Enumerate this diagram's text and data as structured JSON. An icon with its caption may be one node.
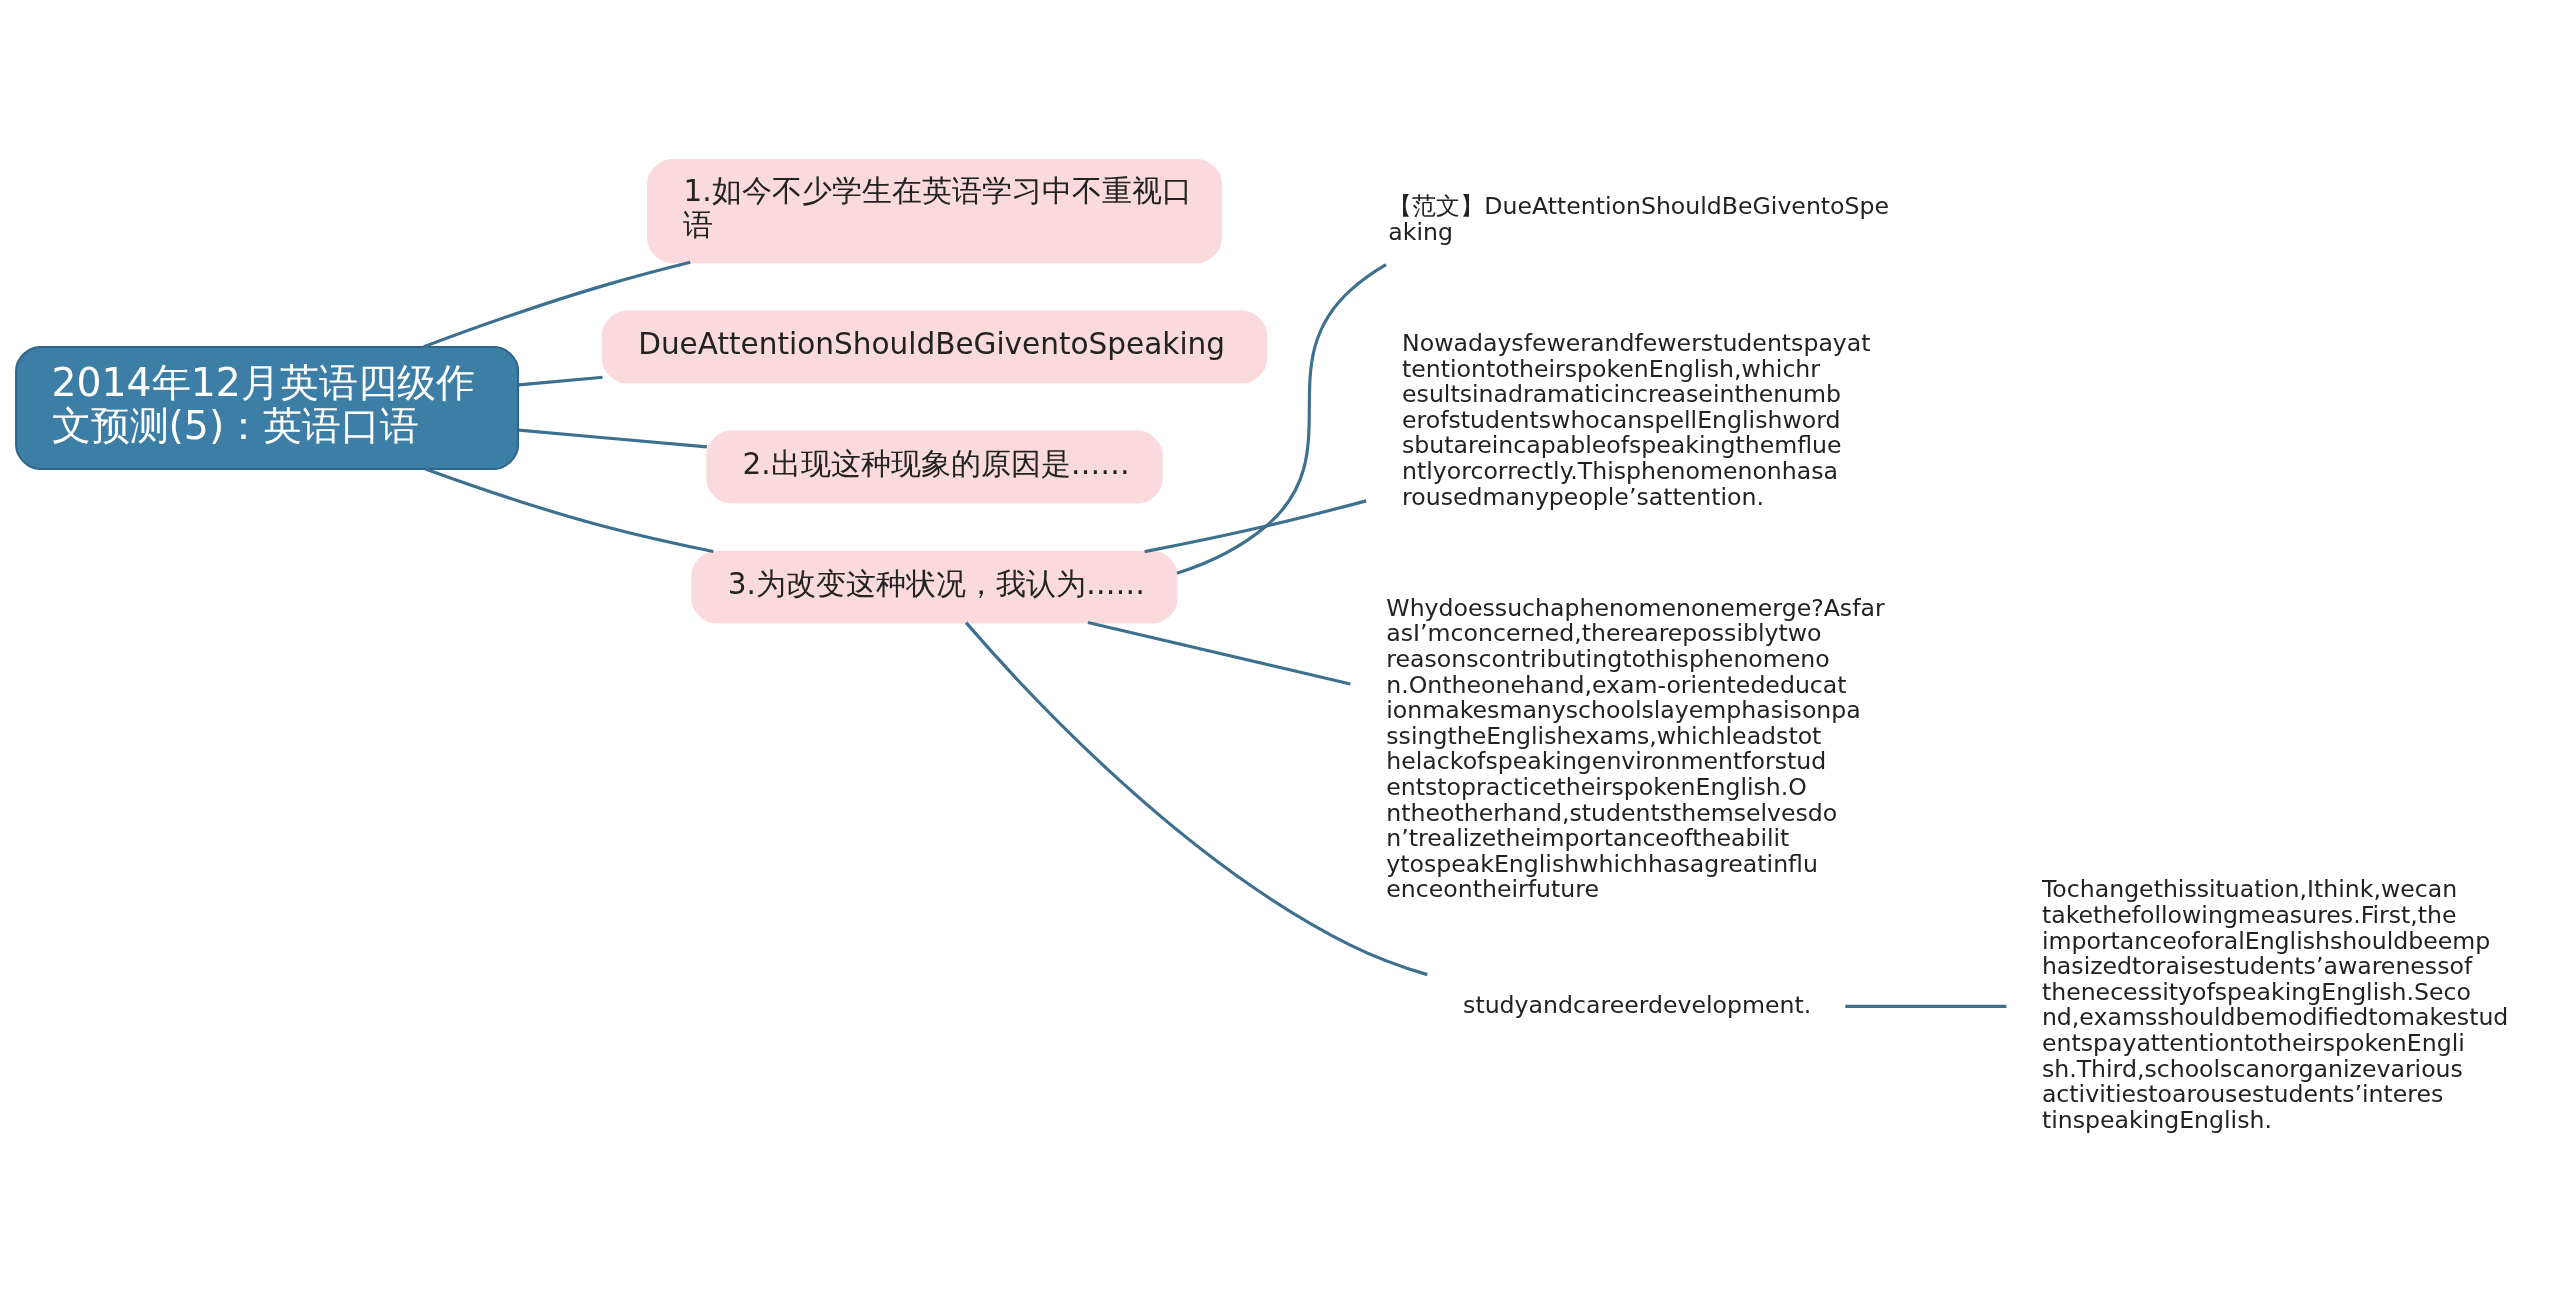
{
  "diagram": {
    "nodes": [
      {
        "text": [
          "2014年12月英语四级作文预测(5)：英语口语"
        ]
      },
      {
        "text": [
          "1.如今不少学生在英语学习中不重视口语"
        ]
      },
      {
        "text": [
          "DueAttentionShouldBeGiventoSpeaking"
        ]
      },
      {
        "text": [
          "2.出现这种现象的原因是……"
        ]
      },
      {
        "text": [
          "3.为改变这种状况，我认为……"
        ]
      },
      {
        "text": [
          "【范文】DueAttentionShouldBeGiventoSpeaking"
        ]
      },
      {
        "text": [
          "NowadaysfewerandfewerstudentspayattentiontotheirspokenEnglish,whichresultsinadramaticincreaseinthenumberofstudentswhocanspellEnglishwordsbutareincapableofspeakingthemfluentlyorcorrectly.Thisphenomenonhasarousedmanypeople’sattention."
        ]
      },
      {
        "text": [
          "Whydoessuchaphenomenonemerge?AsfarasI’mconcerned,therearepossiblytworeasonscontributingtothisphenomenon.Ontheonehand,exam-orientededucationmakesmanyschoolslayemphasisonpassingtheEnglishexams,whichleadstothelackofspeakingenvironmentforstudentstopracticetheirspokenEnglish.Ontheotherhand,studentsthemselvesdon’trealizetheimportanceoftheabilitytospeakEnglishwhichhasagreatinfluenceontheirfuture"
        ]
      },
      {
        "text": [
          "studyandcareerdevelopment."
        ]
      },
      {
        "text": [
          "Tochangethissituation,Ithink,wecantakethefollowingmeasures.First,theimportanceoforalEnglishshouldbeemphasizedtoraisestudents’awarenessofthenecessityofspeakingEnglish.Second,examsshouldbemodifiedtomakestudentspayattentiontotheirspokenEnglish.Third,schoolscanorganizevariousactivitiestoarousestudents’interestinspeakingEnglish."
        ]
      }
    ],
    "edges": [
      {
        "from": 0,
        "to": 1,
        "arrow": "none"
      },
      {
        "from": 0,
        "to": 2,
        "arrow": "none"
      },
      {
        "from": 0,
        "to": 3,
        "arrow": "none"
      },
      {
        "from": 0,
        "to": 4,
        "arrow": "none"
      },
      {
        "from": 4,
        "to": 5,
        "arrow": "none"
      },
      {
        "from": 4,
        "to": 6,
        "arrow": "none"
      },
      {
        "from": 4,
        "to": 7,
        "arrow": "none"
      },
      {
        "from": 4,
        "to": 8,
        "arrow": "none"
      },
      {
        "from": 8,
        "to": 9,
        "arrow": "none"
      }
    ]
  }
}
